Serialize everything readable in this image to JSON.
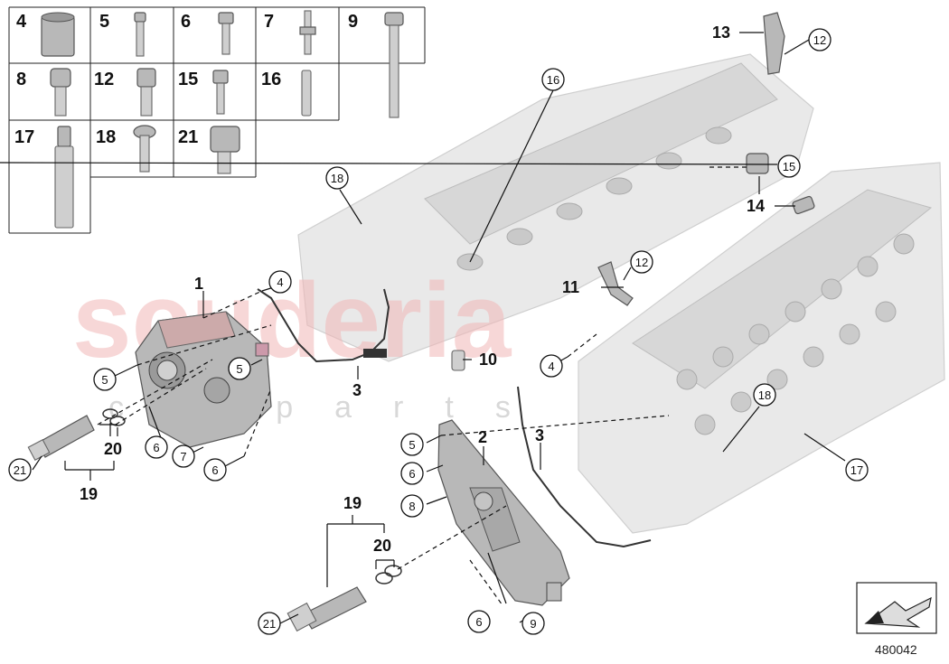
{
  "fasteners_grid": {
    "row1": [
      "4",
      "5",
      "6",
      "7",
      "9"
    ],
    "row2": [
      "8",
      "12",
      "15",
      "16"
    ],
    "row3": [
      "17",
      "18",
      "21"
    ]
  },
  "callouts": {
    "c1": "1",
    "c2": "2",
    "c3a": "3",
    "c3b": "3",
    "c10": "10",
    "c11": "11",
    "c13": "13",
    "c14": "14",
    "c19a": "19",
    "c19b": "19",
    "c20a": "20",
    "c20b": "20"
  },
  "circles": {
    "k4a": "4",
    "k4b": "4",
    "k5a": "5",
    "k5b": "5",
    "k5c": "5",
    "k6a": "6",
    "k6b": "6",
    "k6c": "6",
    "k6d": "6",
    "k7": "7",
    "k8": "8",
    "k9": "9",
    "k12a": "12",
    "k12b": "12",
    "k15": "15",
    "k16": "16",
    "k17": "17",
    "k18a": "18",
    "k18b": "18",
    "k21a": "21",
    "k21b": "21"
  },
  "watermark": {
    "main": "scuderia",
    "sub": "carparts"
  },
  "diagram_id": "480042"
}
